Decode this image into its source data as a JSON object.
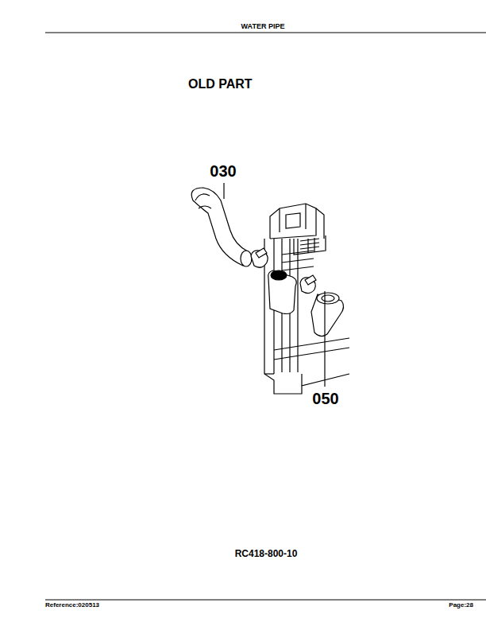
{
  "diagram": {
    "title": "WATER PIPE",
    "labels": [
      "OLD PART",
      "030",
      "050",
      "RC418-800-10",
      "Reference:020513",
      "Page:28"
    ]
  }
}
